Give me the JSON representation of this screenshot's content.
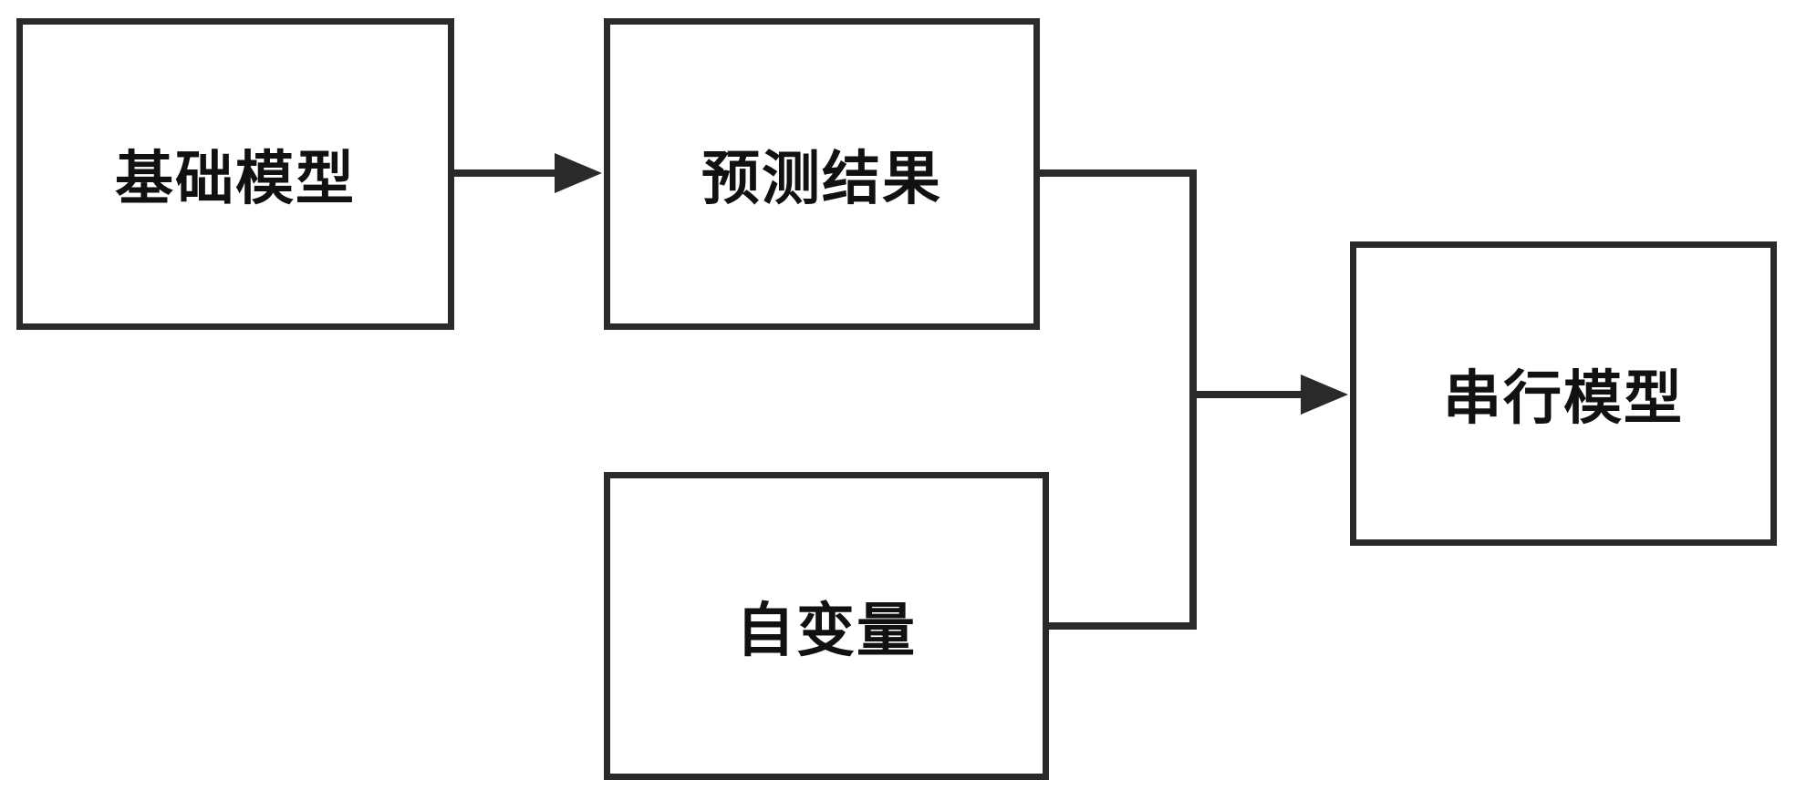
{
  "diagram": {
    "type": "flowchart",
    "background_color": "#ffffff",
    "stroke_color": "#2a2a2a",
    "text_color": "#111111",
    "nodes": [
      {
        "id": "base-model",
        "label": "基础模型"
      },
      {
        "id": "prediction-result",
        "label": "预测结果"
      },
      {
        "id": "independent-variable",
        "label": "自变量"
      },
      {
        "id": "serial-model",
        "label": "串行模型"
      }
    ],
    "edges": [
      {
        "from": "base-model",
        "to": "prediction-result",
        "style": "arrow"
      },
      {
        "from": "prediction-result",
        "to": "serial-model",
        "style": "elbow-arrow"
      },
      {
        "from": "independent-variable",
        "to": "serial-model",
        "style": "elbow-arrow"
      }
    ]
  }
}
